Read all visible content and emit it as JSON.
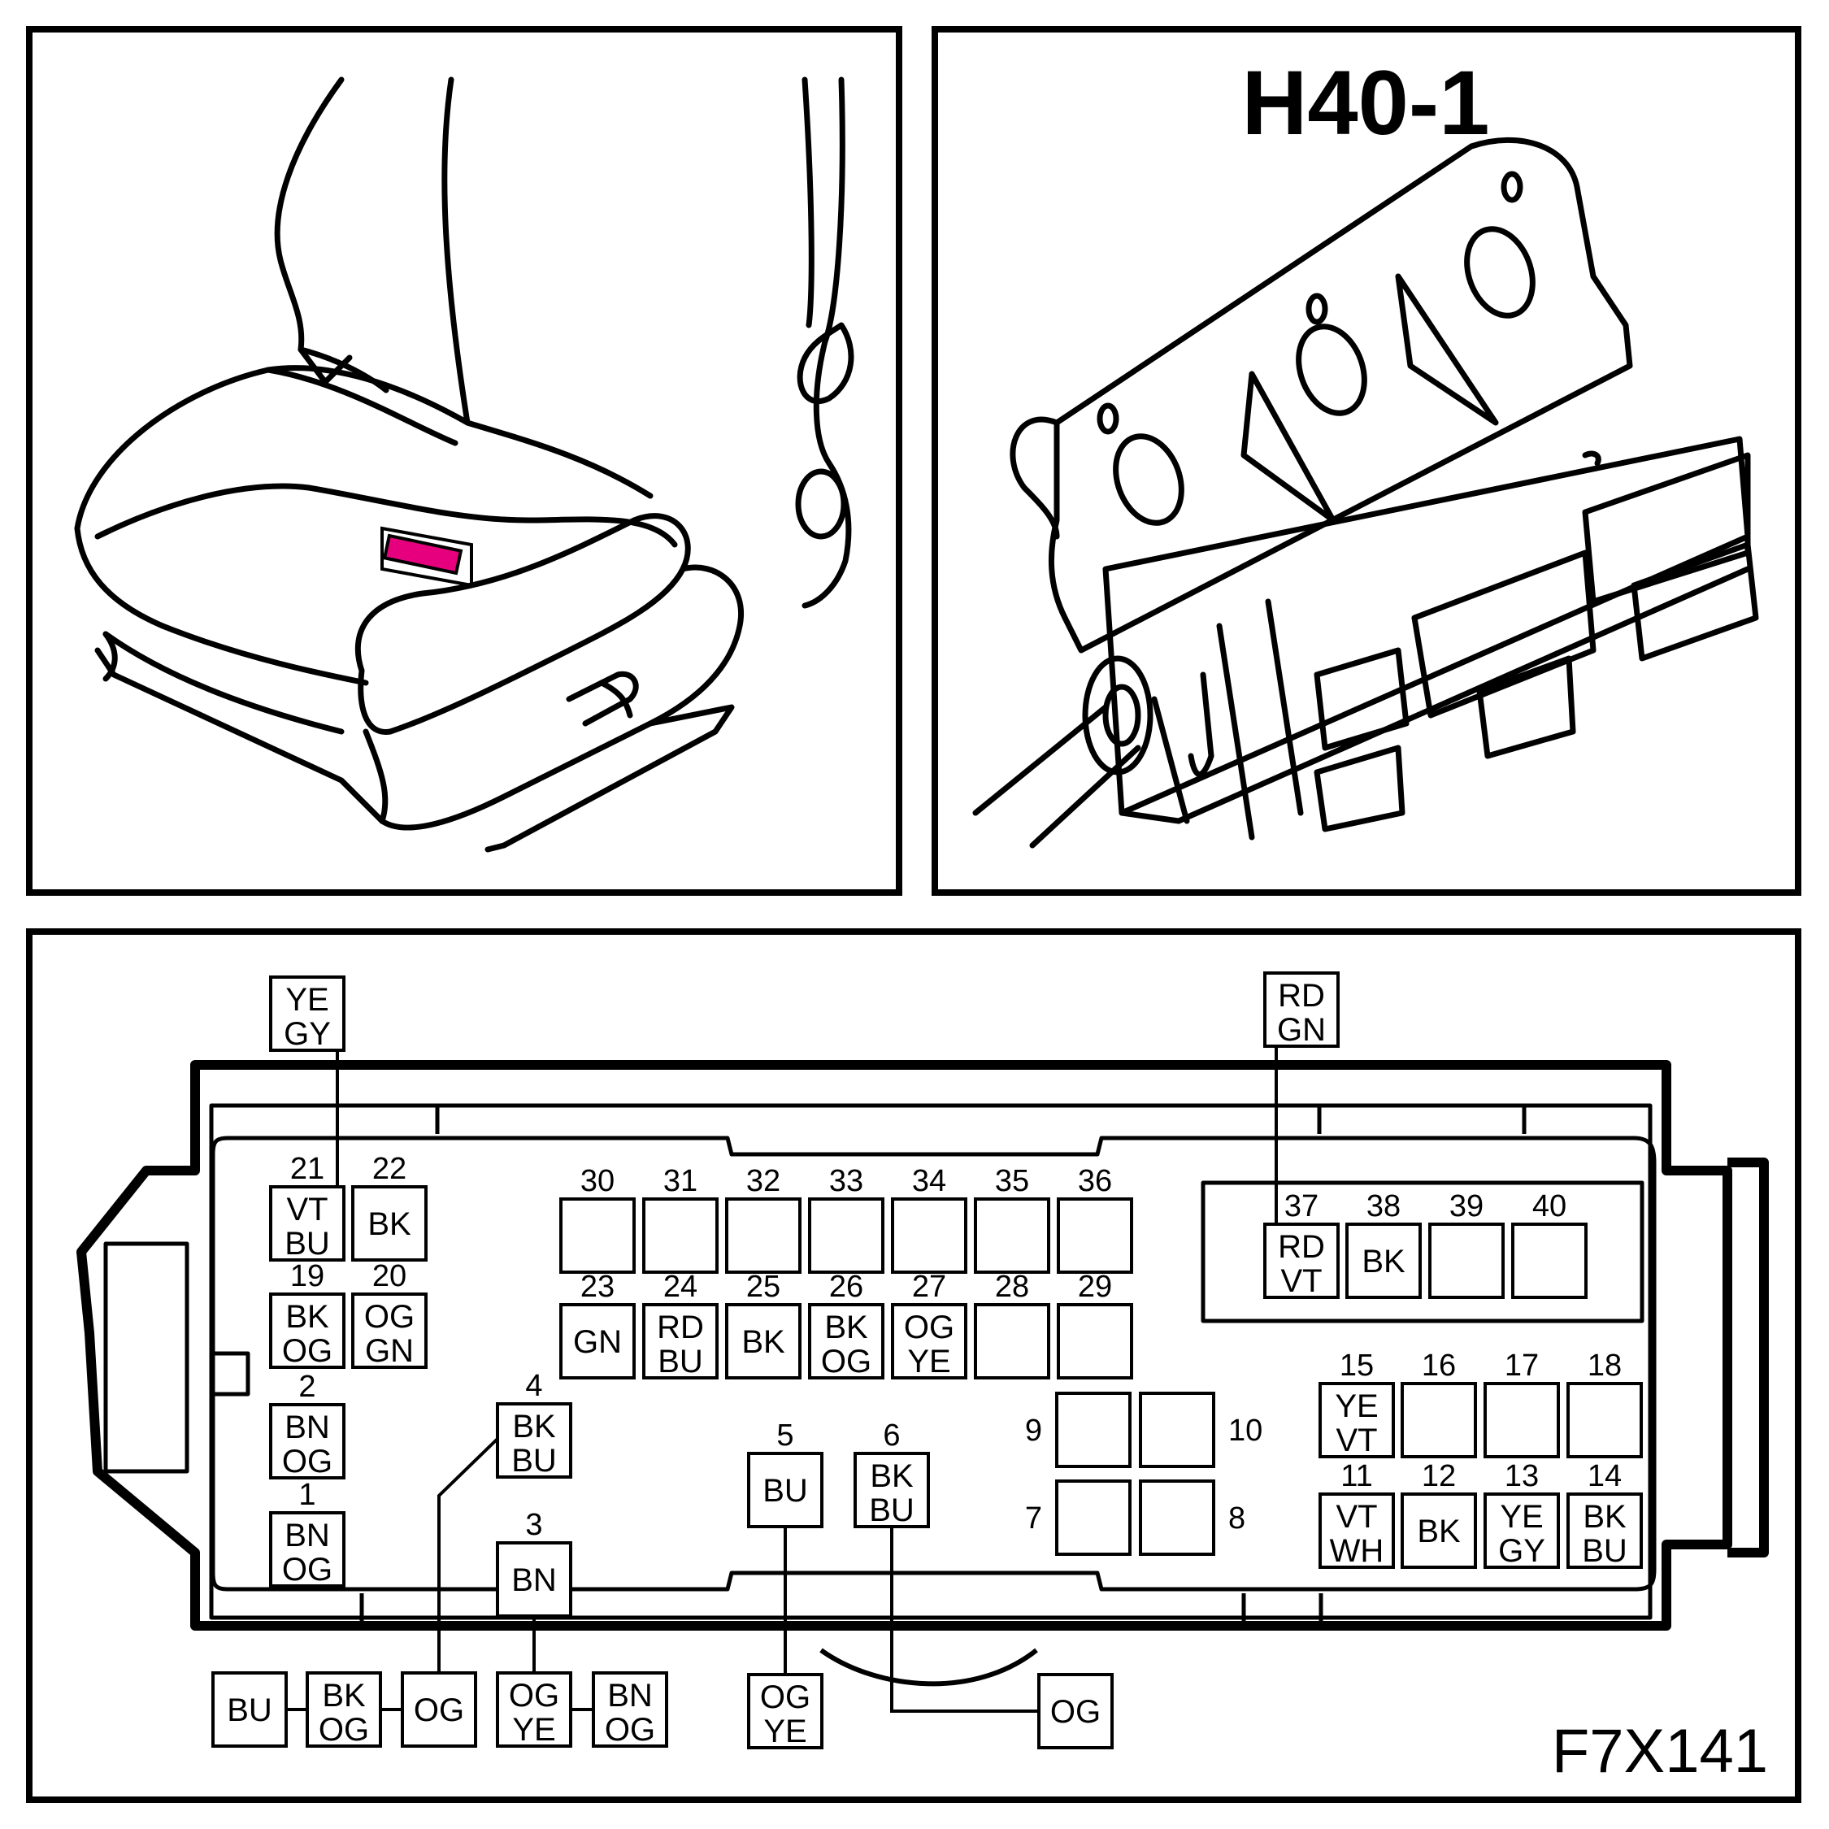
{
  "connector": {
    "title": "H40-1",
    "figure_code": "F7X141",
    "accent_color": "#e6007e"
  },
  "pins": [
    {
      "n": "1",
      "colors": [
        "BN",
        "OG"
      ]
    },
    {
      "n": "2",
      "colors": [
        "BN",
        "OG"
      ]
    },
    {
      "n": "3",
      "colors": [
        "BN"
      ]
    },
    {
      "n": "4",
      "colors": [
        "BK",
        "BU"
      ]
    },
    {
      "n": "5",
      "colors": [
        "BU"
      ]
    },
    {
      "n": "6",
      "colors": [
        "BK",
        "BU"
      ]
    },
    {
      "n": "7",
      "colors": []
    },
    {
      "n": "8",
      "colors": []
    },
    {
      "n": "9",
      "colors": []
    },
    {
      "n": "10",
      "colors": []
    },
    {
      "n": "11",
      "colors": [
        "VT",
        "WH"
      ]
    },
    {
      "n": "12",
      "colors": [
        "BK"
      ]
    },
    {
      "n": "13",
      "colors": [
        "YE",
        "GY"
      ]
    },
    {
      "n": "14",
      "colors": [
        "BK",
        "BU"
      ]
    },
    {
      "n": "15",
      "colors": [
        "YE",
        "VT"
      ]
    },
    {
      "n": "16",
      "colors": []
    },
    {
      "n": "17",
      "colors": []
    },
    {
      "n": "18",
      "colors": []
    },
    {
      "n": "19",
      "colors": [
        "BK",
        "OG"
      ]
    },
    {
      "n": "20",
      "colors": [
        "OG",
        "GN"
      ]
    },
    {
      "n": "21",
      "colors": [
        "VT",
        "BU"
      ]
    },
    {
      "n": "22",
      "colors": [
        "BK"
      ]
    },
    {
      "n": "23",
      "colors": [
        "GN"
      ]
    },
    {
      "n": "24",
      "colors": [
        "RD",
        "BU"
      ]
    },
    {
      "n": "25",
      "colors": [
        "BK"
      ]
    },
    {
      "n": "26",
      "colors": [
        "BK",
        "OG"
      ]
    },
    {
      "n": "27",
      "colors": [
        "OG",
        "YE"
      ]
    },
    {
      "n": "28",
      "colors": []
    },
    {
      "n": "29",
      "colors": []
    },
    {
      "n": "30",
      "colors": []
    },
    {
      "n": "31",
      "colors": []
    },
    {
      "n": "32",
      "colors": []
    },
    {
      "n": "33",
      "colors": []
    },
    {
      "n": "34",
      "colors": []
    },
    {
      "n": "35",
      "colors": []
    },
    {
      "n": "36",
      "colors": []
    },
    {
      "n": "37",
      "colors": [
        "RD",
        "VT"
      ]
    },
    {
      "n": "38",
      "colors": [
        "BK"
      ]
    },
    {
      "n": "39",
      "colors": []
    },
    {
      "n": "40",
      "colors": []
    }
  ],
  "external_wires": [
    {
      "id": "ext-21",
      "colors": [
        "YE",
        "GY"
      ]
    },
    {
      "id": "ext-37",
      "colors": [
        "RD",
        "GN"
      ]
    },
    {
      "id": "ext-bu",
      "colors": [
        "BU"
      ]
    },
    {
      "id": "ext-bk-og",
      "colors": [
        "BK",
        "OG"
      ]
    },
    {
      "id": "ext-og-4",
      "colors": [
        "OG"
      ]
    },
    {
      "id": "ext-og-ye-3",
      "colors": [
        "OG",
        "YE"
      ]
    },
    {
      "id": "ext-bn-og",
      "colors": [
        "BN",
        "OG"
      ]
    },
    {
      "id": "ext-og-ye-5",
      "colors": [
        "OG",
        "YE"
      ]
    },
    {
      "id": "ext-og-6",
      "colors": [
        "OG"
      ]
    }
  ]
}
